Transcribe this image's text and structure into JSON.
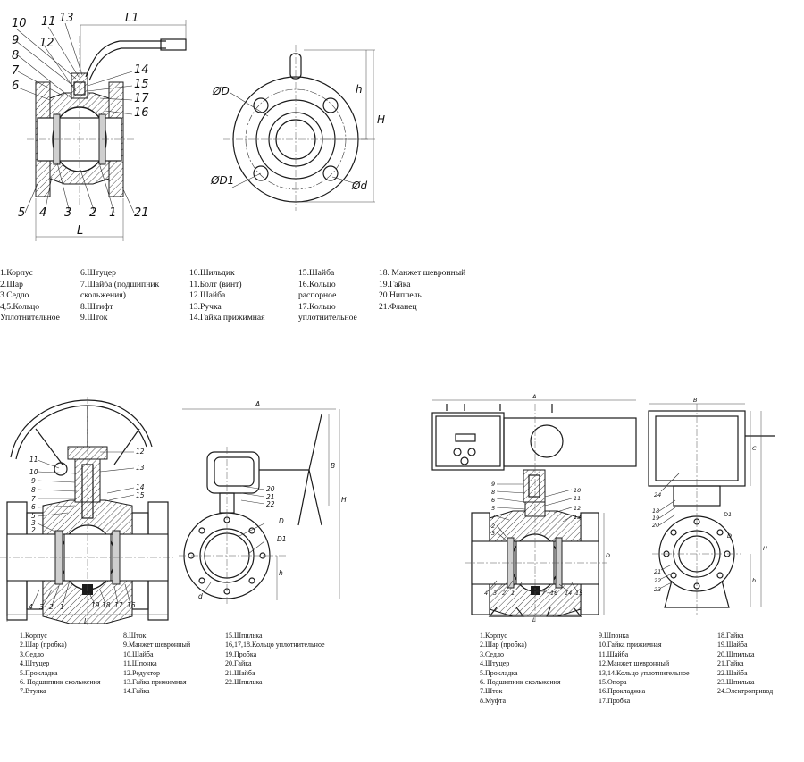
{
  "valve1": {
    "callouts": [
      "10",
      "11",
      "13",
      "9",
      "12",
      "8",
      "7",
      "6",
      "14",
      "15",
      "17",
      "16",
      "5",
      "4",
      "3",
      "2",
      "1",
      "21"
    ],
    "dims": {
      "l1": "L1",
      "l": "L",
      "h": "h",
      "H": "H",
      "D": "ØD",
      "D1": "ØD1",
      "d": "Ød"
    },
    "legend": [
      "1.Корпус\n2.Шар\n3.Седло\n4,5.Кольцо\nУплотнительное",
      "6.Штуцер\n7.Шайба (подшипник\nскольжения)\n8.Штифт\n9.Шток",
      "10.Шильдик\n11.Болт (винт)\n12.Шайба\n13.Ручка\n14.Гайка прижимная",
      "15.Шайба\n16.Кольцо\nраспорное\n17.Кольцо\nуплотнительное",
      "18. Манжет шевронный\n19.Гайка\n20.Ниппель\n21.Фланец"
    ]
  },
  "valve2": {
    "callouts": [
      "11",
      "10",
      "9",
      "8",
      "7",
      "6",
      "5",
      "3",
      "2",
      "12",
      "13",
      "14",
      "15",
      "4",
      "3",
      "2",
      "1",
      "19",
      "18",
      "17",
      "16",
      "20",
      "21",
      "22"
    ],
    "dims": {
      "A": "A",
      "B": "B",
      "H": "H",
      "D": "D",
      "D1": "D1",
      "h": "h",
      "d": "d",
      "L": "L"
    },
    "legend": [
      "1.Корпус\n2.Шар (пробка)\n3.Седло\n4.Штуцер\n5.Прокладка\n6. Подшипник скольжения\n7.Втулка",
      "8.Шток\n9.Манжет шевронный\n10.Шайба\n11.Шпонка\n12.Редуктор\n13.Гайка прижимная\n14.Гайка",
      "15.Шпилька\n16,17,18.Кольцо уплотнительное\n19.Пробка\n20.Гайка\n21.Шайба\n22.Шпилька"
    ]
  },
  "valve3": {
    "callouts": [
      "9",
      "8",
      "6",
      "5",
      "7",
      "2",
      "3",
      "10",
      "11",
      "12",
      "13",
      "4",
      "3",
      "2",
      "1",
      "17",
      "16",
      "14",
      "15",
      "18",
      "19",
      "20",
      "21",
      "22",
      "23",
      "24",
      "D1",
      "D"
    ],
    "dims": {
      "A": "A",
      "B": "B",
      "C": "C",
      "H": "H",
      "h": "h",
      "L": "L",
      "D": "D"
    },
    "legend": [
      "1.Корпус\n2.Шар (пробка)\n3.Седло\n4.Штуцер\n5.Прокладка\n6. Подшипник скольжения\n7.Шток\n8.Муфта",
      "9.Шпонка\n10.Гайка прижимная\n11.Шайба\n12.Манжет шевронный\n13,14.Кольцо уплотнительное\n15.Опора\n16.Прокладжка\n17.Пробка",
      "18.Гайка\n19.Шайба\n20.Шпилька\n21.Гайка\n22.Шайба\n23.Шпилька\n24.Электропривод"
    ]
  }
}
